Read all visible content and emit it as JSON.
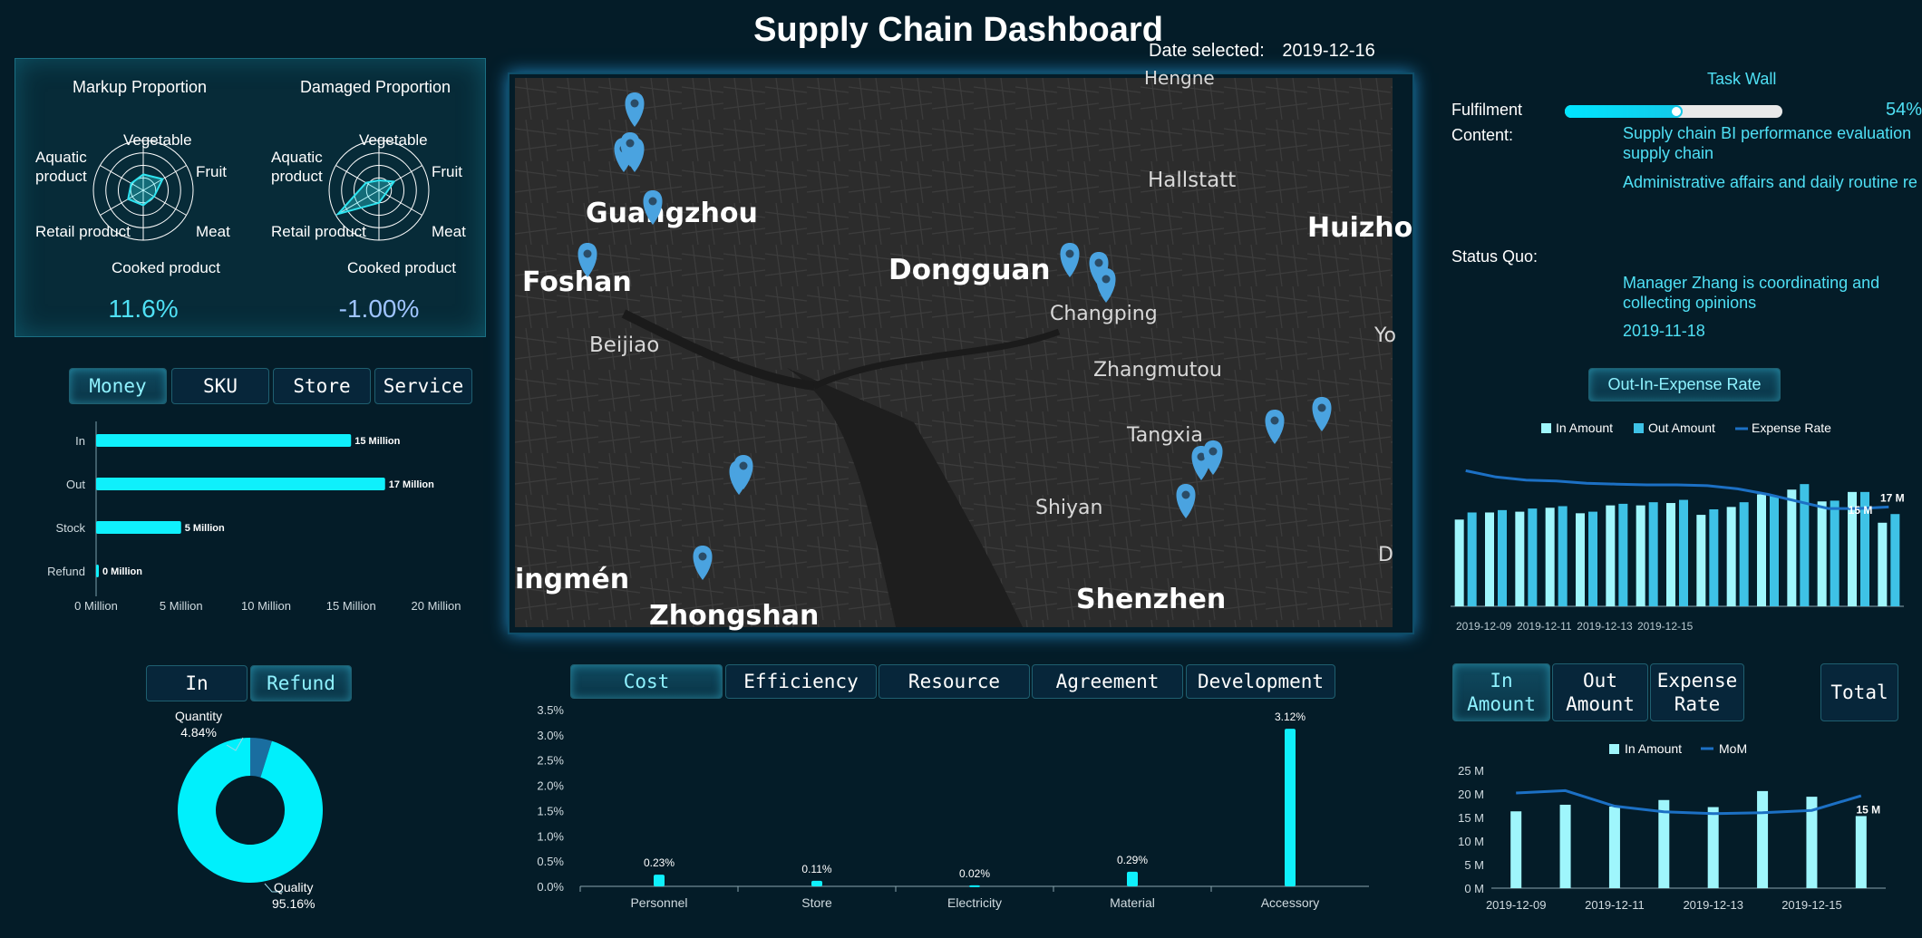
{
  "header": {
    "title": "Supply Chain Dashboard",
    "date_label": "Date selected:",
    "date_value": "2019-12-16"
  },
  "radar": {
    "axes": [
      "Vegetable",
      "Fruit",
      "Meat",
      "Cooked product",
      "Retail product",
      "Aquatic product"
    ],
    "markup": {
      "title": "Markup Proportion",
      "value": "11.6%"
    },
    "damaged": {
      "title": "Damaged Proportion",
      "value": "-1.00%"
    },
    "line_color": "#2fe4f0"
  },
  "metric_tabs": [
    "Money",
    "SKU",
    "Store",
    "Service"
  ],
  "money_chart": {
    "type": "bar",
    "categories": [
      "In",
      "Out",
      "Stock",
      "Refund"
    ],
    "values": [
      15,
      17,
      5,
      0
    ],
    "data_labels": [
      "15 Million",
      "17 Million",
      "5 Million",
      "0 Million"
    ],
    "xticks": [
      "0 Million",
      "5 Million",
      "10 Million",
      "15 Million",
      "20 Million"
    ],
    "xlim": [
      0,
      20
    ],
    "color": "#0ff0fc"
  },
  "donut_tabs": [
    "In",
    "Refund"
  ],
  "donut": {
    "type": "pie",
    "slices": [
      {
        "name": "Quantity",
        "value": 4.84,
        "label": "4.84%",
        "color": "#1a6ea0"
      },
      {
        "name": "Quality",
        "value": 95.16,
        "label": "95.16%",
        "color": "#00f0fc"
      }
    ]
  },
  "map": {
    "cities": [
      "Guangzhou",
      "Foshan",
      "Dongguan",
      "Huizho",
      "Shenzhen",
      "Zhongshan",
      "ingmén"
    ],
    "towns": [
      "Hallstatt",
      "Beijiao",
      "Changping",
      "Zhangmutou",
      "Tangxia",
      "Shiyan",
      "Hengne",
      "Yo",
      "D"
    ]
  },
  "cost_tabs": [
    "Cost",
    "Efficiency",
    "Resource",
    "Agreement",
    "Development"
  ],
  "cost_chart": {
    "type": "bar",
    "categories": [
      "Personnel",
      "Store",
      "Electricity",
      "Material",
      "Accessory"
    ],
    "values": [
      0.23,
      0.11,
      0.02,
      0.29,
      3.12
    ],
    "data_labels": [
      "0.23%",
      "0.11%",
      "0.02%",
      "0.29%",
      "3.12%"
    ],
    "yticks": [
      "0.0%",
      "0.5%",
      "1.0%",
      "1.5%",
      "2.0%",
      "2.5%",
      "3.0%",
      "3.5%"
    ],
    "ylim": [
      0,
      3.5
    ],
    "color": "#0ff0fc"
  },
  "task_wall": {
    "title": "Task Wall",
    "fulfilment_label": "Fulfilment",
    "fulfilment_value": 54,
    "fulfilment_text": "54%",
    "content_label": "Content:",
    "content_items": [
      "Supply chain BI performance evaluation",
      "supply chain",
      "Administrative affairs and daily routine re"
    ],
    "status_label": "Status Quo:",
    "status_items": [
      "Manager Zhang is coordinating and",
      "collecting opinions",
      "2019-11-18"
    ]
  },
  "oie_chart": {
    "title": "Out-In-Expense Rate",
    "type": "bar",
    "legend": [
      "In Amount",
      "Out Amount",
      "Expense Rate"
    ],
    "xticks": [
      "2019-12-09",
      "2019-12-11",
      "2019-12-13",
      "2019-12-15"
    ],
    "in_values": [
      11,
      11.9,
      12,
      12.5,
      11.8,
      12.8,
      12.8,
      13.1,
      11.6,
      12.6,
      14.2,
      14.8,
      13.3,
      14.5,
      10.6
    ],
    "out_values": [
      11.9,
      12.2,
      12.4,
      12.7,
      12,
      13,
      13.2,
      13.5,
      12.3,
      13.2,
      14,
      15.5,
      13.4,
      14.5,
      11.7
    ],
    "rate_values": [
      17.2,
      16.4,
      16,
      15.9,
      15.6,
      15.5,
      15.4,
      15.4,
      15.3,
      14.9,
      14.2,
      13.3,
      12.4,
      12.4,
      12.6
    ],
    "data_labels": [
      "15 M",
      "17 M"
    ],
    "ylim": [
      0,
      20
    ],
    "colors": {
      "in": "#9ff6fc",
      "out": "#3ec2e6",
      "rate": "#1c70c4"
    }
  },
  "amount_tabs": [
    "In Amount",
    "Out Amount",
    "Expense Rate",
    "Total"
  ],
  "amount_chart": {
    "type": "bar",
    "legend": [
      "In Amount",
      "MoM"
    ],
    "yticks": [
      "0 M",
      "5 M",
      "10 M",
      "15 M",
      "20 M",
      "25 M"
    ],
    "ylim": [
      0,
      25
    ],
    "xticks": [
      "2019-12-09",
      "2019-12-11",
      "2019-12-13",
      "2019-12-15"
    ],
    "values": [
      16.3,
      17.7,
      17.3,
      18.7,
      17.2,
      20.6,
      19.4,
      15.3
    ],
    "mom_values": [
      20.2,
      20.7,
      17.4,
      16.2,
      15.8,
      16,
      16.5,
      19.6
    ],
    "data_label": "15 M",
    "colors": {
      "bar": "#9ff6fc",
      "line": "#1c70c4"
    }
  }
}
